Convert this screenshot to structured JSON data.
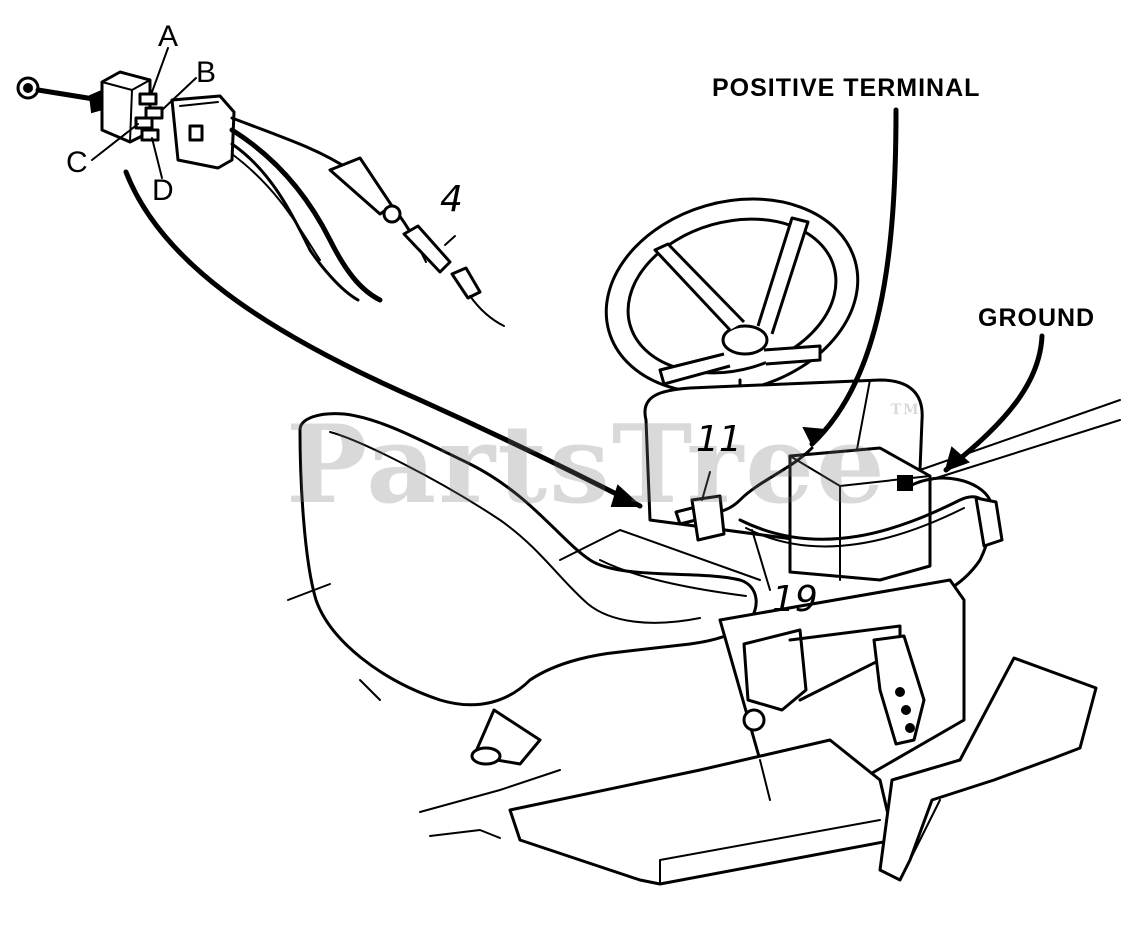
{
  "labels": {
    "a": "A",
    "b": "B",
    "c": "C",
    "d": "D",
    "part_4": "4",
    "part_11": "11",
    "part_19": "19",
    "positive_terminal": "POSITIVE TERMINAL",
    "ground": "GROUND"
  },
  "watermark": {
    "text": "PartsTree",
    "trademark": "TM"
  },
  "colors": {
    "ink": "#000000",
    "paper": "#ffffff",
    "watermark": "#bdbdbd"
  }
}
